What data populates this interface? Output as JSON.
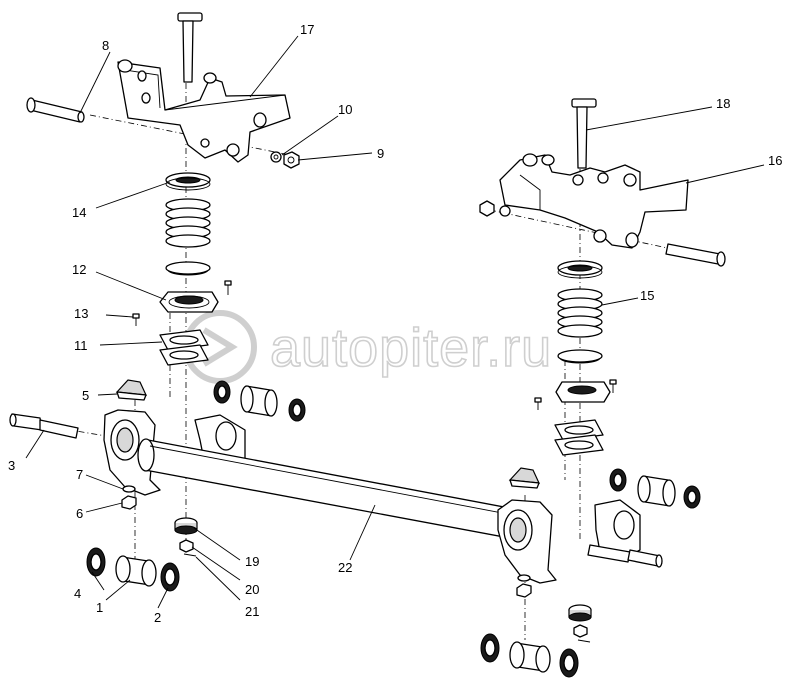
{
  "watermark": {
    "text": "autopiter.ru"
  },
  "callouts": [
    {
      "id": "1",
      "label": "1"
    },
    {
      "id": "2",
      "label": "2"
    },
    {
      "id": "3",
      "label": "3"
    },
    {
      "id": "4",
      "label": "4"
    },
    {
      "id": "5",
      "label": "5"
    },
    {
      "id": "6",
      "label": "6"
    },
    {
      "id": "7",
      "label": "7"
    },
    {
      "id": "8",
      "label": "8"
    },
    {
      "id": "9",
      "label": "9"
    },
    {
      "id": "10",
      "label": "10"
    },
    {
      "id": "11",
      "label": "11"
    },
    {
      "id": "12",
      "label": "12"
    },
    {
      "id": "13",
      "label": "13"
    },
    {
      "id": "14",
      "label": "14"
    },
    {
      "id": "15",
      "label": "15"
    },
    {
      "id": "16",
      "label": "16"
    },
    {
      "id": "17",
      "label": "17"
    },
    {
      "id": "18",
      "label": "18"
    },
    {
      "id": "19",
      "label": "19"
    },
    {
      "id": "20",
      "label": "20"
    },
    {
      "id": "21",
      "label": "21"
    },
    {
      "id": "22",
      "label": "22"
    }
  ]
}
